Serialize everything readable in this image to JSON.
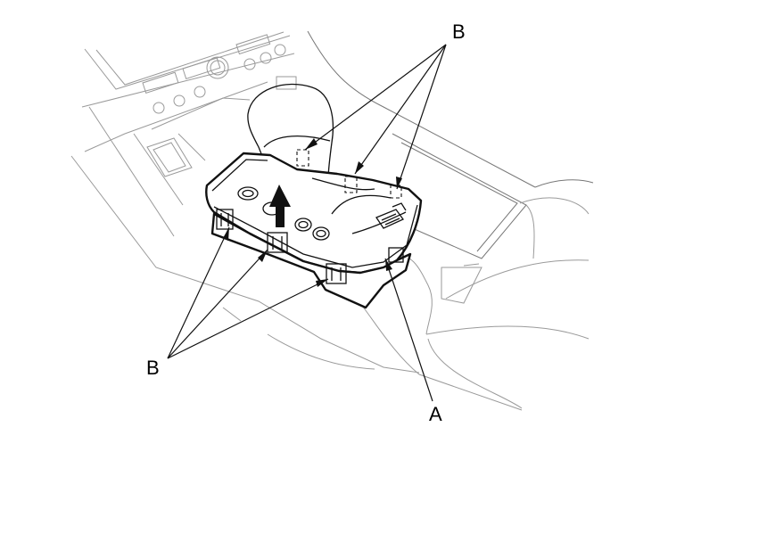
{
  "callouts": {
    "b_top": "B",
    "b_bottom": "B",
    "a": "A"
  }
}
